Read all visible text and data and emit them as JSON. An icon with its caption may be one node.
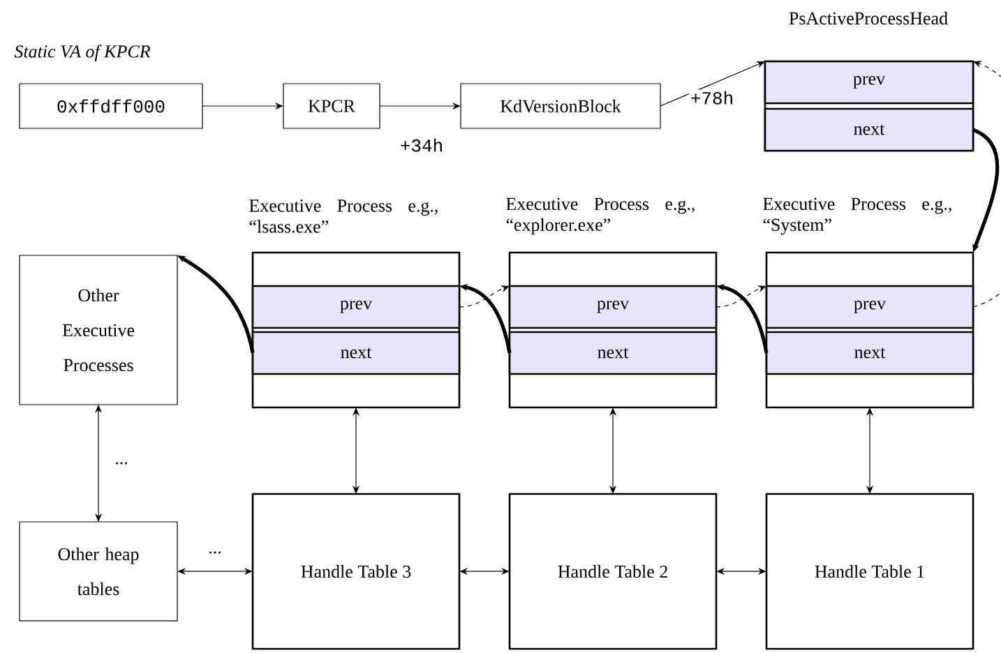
{
  "diagram": {
    "nodes": [
      {
        "text": [
          "0xffdff000"
        ],
        "beside": [
          "Static VA of KPCR"
        ]
      },
      {
        "text": [
          "KPCR"
        ]
      },
      {
        "text": [
          "KdVersionBlock"
        ]
      },
      {
        "text": [
          "PsActiveProcessHead"
        ]
      },
      {
        "text": [
          "prev"
        ],
        "in": 3
      },
      {
        "text": [
          "next"
        ],
        "in": 3
      },
      {
        "text": [
          "Executive Process e.g., “lsass.exe”"
        ]
      },
      {
        "text": [
          "prev"
        ],
        "in": 6
      },
      {
        "text": [
          "next"
        ],
        "in": 6
      },
      {
        "text": [
          "Executive Process e.g., “explorer.exe”"
        ]
      },
      {
        "text": [
          "prev"
        ],
        "in": 9
      },
      {
        "text": [
          "next"
        ],
        "in": 9
      },
      {
        "text": [
          "Executive Process e.g., “System”"
        ]
      },
      {
        "text": [
          "prev"
        ],
        "in": 12
      },
      {
        "text": [
          "next"
        ],
        "in": 12
      },
      {
        "text": [
          "Other Executive Processes"
        ]
      },
      {
        "text": [
          "Other heap tables"
        ]
      },
      {
        "text": [
          "Handle Table 3"
        ]
      },
      {
        "text": [
          "Handle Table 2"
        ]
      },
      {
        "text": [
          "Handle Table 1"
        ]
      }
    ],
    "edges": [
      {
        "from": 0,
        "to": 1,
        "arrow": "to"
      },
      {
        "from": 1,
        "to": 2,
        "arrow": "to",
        "label": "+34h"
      },
      {
        "from": 2,
        "to": 3,
        "arrow": "to",
        "label": "+78h"
      },
      {
        "from": 5,
        "to": 12,
        "arrow": "to",
        "style": "thick"
      },
      {
        "from": 13,
        "to": 3,
        "arrow": "to",
        "style": "dashed"
      },
      {
        "from": 14,
        "to": 10,
        "arrow": "to",
        "style": "thick"
      },
      {
        "from": 10,
        "to": 13,
        "arrow": "to",
        "style": "dashed"
      },
      {
        "from": 11,
        "to": 7,
        "arrow": "to",
        "style": "thick"
      },
      {
        "from": 7,
        "to": 10,
        "arrow": "to",
        "style": "dashed"
      },
      {
        "from": 8,
        "to": 15,
        "arrow": "to",
        "style": "thick"
      },
      {
        "from": 6,
        "to": 17,
        "arrow": "both"
      },
      {
        "from": 9,
        "to": 18,
        "arrow": "both"
      },
      {
        "from": 12,
        "to": 19,
        "arrow": "both"
      },
      {
        "from": 15,
        "to": 16,
        "arrow": "both",
        "label": "..."
      },
      {
        "from": 16,
        "to": 17,
        "arrow": "both",
        "label": "..."
      },
      {
        "from": 17,
        "to": 18,
        "arrow": "both"
      },
      {
        "from": 18,
        "to": 19,
        "arrow": "both"
      }
    ]
  }
}
